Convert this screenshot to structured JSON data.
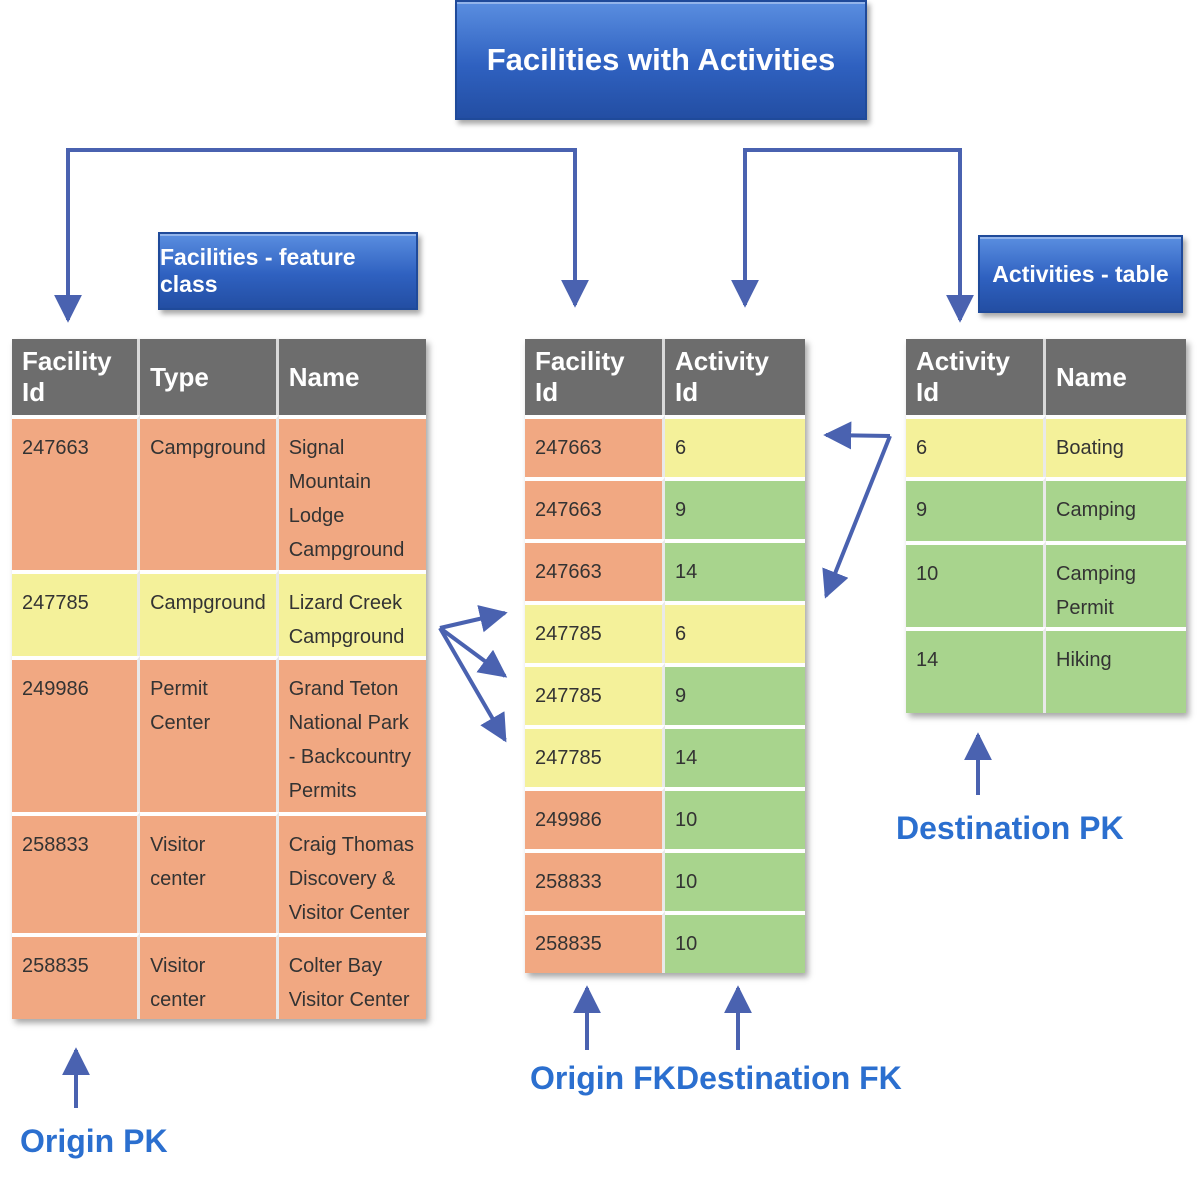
{
  "title": "Facilities with Activities",
  "facilities_banner": "Facilities - feature class",
  "activities_banner": "Activities - table",
  "facilities_table": {
    "headers": [
      "Facility Id",
      "Type",
      "Name"
    ],
    "rows": [
      {
        "id": "247663",
        "type": "Campground",
        "name": "Signal Mountain Lodge Campground"
      },
      {
        "id": "247785",
        "type": "Campground",
        "name": "Lizard Creek Campground"
      },
      {
        "id": "249986",
        "type": "Permit Center",
        "name": "Grand Teton National Park - Backcountry Permits"
      },
      {
        "id": "258833",
        "type": "Visitor center",
        "name": "Craig Thomas Discovery & Visitor Center"
      },
      {
        "id": "258835",
        "type": "Visitor center",
        "name": "Colter Bay Visitor Center"
      }
    ]
  },
  "relationship_table": {
    "headers": [
      "Facility Id",
      "Activity Id"
    ],
    "rows": [
      {
        "facility": "247663",
        "activity": "6"
      },
      {
        "facility": "247663",
        "activity": "9"
      },
      {
        "facility": "247663",
        "activity": "14"
      },
      {
        "facility": "247785",
        "activity": "6"
      },
      {
        "facility": "247785",
        "activity": "9"
      },
      {
        "facility": "247785",
        "activity": "14"
      },
      {
        "facility": "249986",
        "activity": "10"
      },
      {
        "facility": "258833",
        "activity": "10"
      },
      {
        "facility": "258835",
        "activity": "10"
      }
    ]
  },
  "activities_table": {
    "headers": [
      "Activity Id",
      "Name"
    ],
    "rows": [
      {
        "id": "6",
        "name": "Boating"
      },
      {
        "id": "9",
        "name": "Camping"
      },
      {
        "id": "10",
        "name": "Camping Permit"
      },
      {
        "id": "14",
        "name": "Hiking"
      }
    ]
  },
  "labels": {
    "origin_pk": "Origin PK",
    "origin_fk": "Origin FK",
    "destination_fk": "Destination FK",
    "destination_pk": "Destination PK"
  },
  "colors": {
    "banner": "#2f61c0",
    "header": "#6d6d6d",
    "orange": "#f1a882",
    "yellow": "#f4f19a",
    "green": "#a8d48d",
    "arrow": "#4a62b0",
    "label": "#2b6fcf"
  }
}
